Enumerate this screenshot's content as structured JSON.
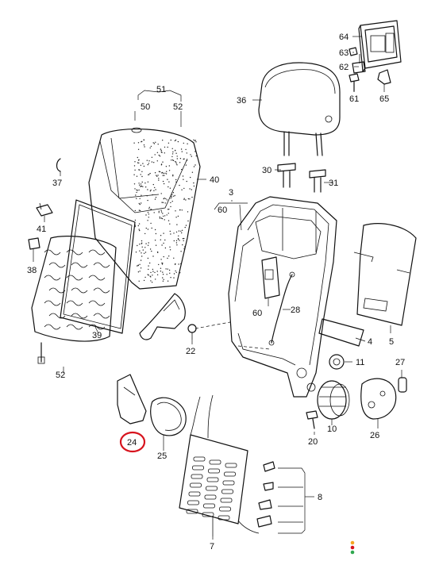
{
  "labels": {
    "p3": "3",
    "p4": "4",
    "p5": "5",
    "p7": "7",
    "p8": "8",
    "p10": "10",
    "p11": "11",
    "p20": "20",
    "p22": "22",
    "p24": "24",
    "p25": "25",
    "p26": "26",
    "p27": "27",
    "p28": "28",
    "p30": "30",
    "p31": "31",
    "p36": "36",
    "p37": "37",
    "p38": "38",
    "p39": "39",
    "p40": "40",
    "p41": "41",
    "p50": "50",
    "p51": "51",
    "p52top": "52",
    "p52": "52",
    "p60top": "60",
    "p60": "60",
    "p61": "61",
    "p62": "62",
    "p63": "63",
    "p64": "64",
    "p65": "65"
  },
  "highlight": {
    "part": "24",
    "color": "#d7141e"
  },
  "status_dots": [
    "#f5a623",
    "#d7141e",
    "#2fa84f"
  ],
  "colors": {
    "line": "#111111",
    "dots": "#222222"
  }
}
